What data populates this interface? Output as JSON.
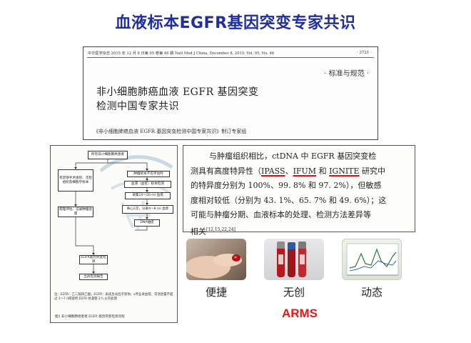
{
  "slide": {
    "title": "血液标本EGFR基因突变专家共识"
  },
  "journal": {
    "header": "中华医学杂志 2015 年 12 月 8 日第 95 卷第 46 期   Natl Med J China, December 8, 2015, Vol. 95, No. 46",
    "page": "· 3721 ·",
    "section": "· 标准与规范 ·",
    "title_line1": "非小细胞肺癌血液 EGFR 基因突变",
    "title_line2": "检测中国专家共识",
    "group": "《非小细胞肺癌血液 EGFR 基因突变检测中国专家共识》制订专家组"
  },
  "flowchart": {
    "boxes": {
      "start": "所有非小细胞肺癌患者",
      "tissue_ok": "有足够手术组织、活检组织及细胞学标本",
      "tissue_no": "肿瘤标本不可评估时",
      "blood": "血液（血浆）标本检测",
      "collect": "采集10～20 ml 血液",
      "separate": "离心2次，分离4～8 ml 血浆",
      "dna": "DNA抽提",
      "tumor_eval": "病理评估、记录肿瘤含量",
      "test": "EGFR基因突变检测",
      "report": "出具检测报告"
    },
    "note": "注：EDTA：乙二胺四乙酸；EGFR：表皮生长因子受体；a专业采血管，常温放置不超过 3～7 d或使用 EDTA 抗凝管 2 h 以内处理",
    "caption": "图1   非小细胞肺癌患者 EGFR 基因突变检测流程"
  },
  "excerpt": {
    "l1_a": "与肿瘤组织相比，ctDNA 中 EGFR 基因突变检",
    "l2_a": "测具有高度特异性（",
    "l2_ipass": "IPASS",
    "l2_sep1": "、",
    "l2_ifum": "IFUM",
    "l2_and": " 和 ",
    "l2_ignite": "IGNITE",
    "l2_b": " 研究中",
    "l3": "的特异度分别为 100%、99. 8% 和 97. 2%），但敏感",
    "l4": "度相对较低（分别为 43. 1%、65. 7% 和 49. 6%）；这",
    "l5": "可能与肿瘤分期、血液标本的处理、检测方法差异等",
    "l6": "相关",
    "l6_ref": "[12,15,22,24]",
    "underline_color": "#d8141a"
  },
  "features": {
    "convenient": "便捷",
    "noninvasive": "无创",
    "dynamic": "动态"
  },
  "method": "ARMS",
  "colors": {
    "title": "#1f2fa0",
    "method": "#e21a1a"
  }
}
